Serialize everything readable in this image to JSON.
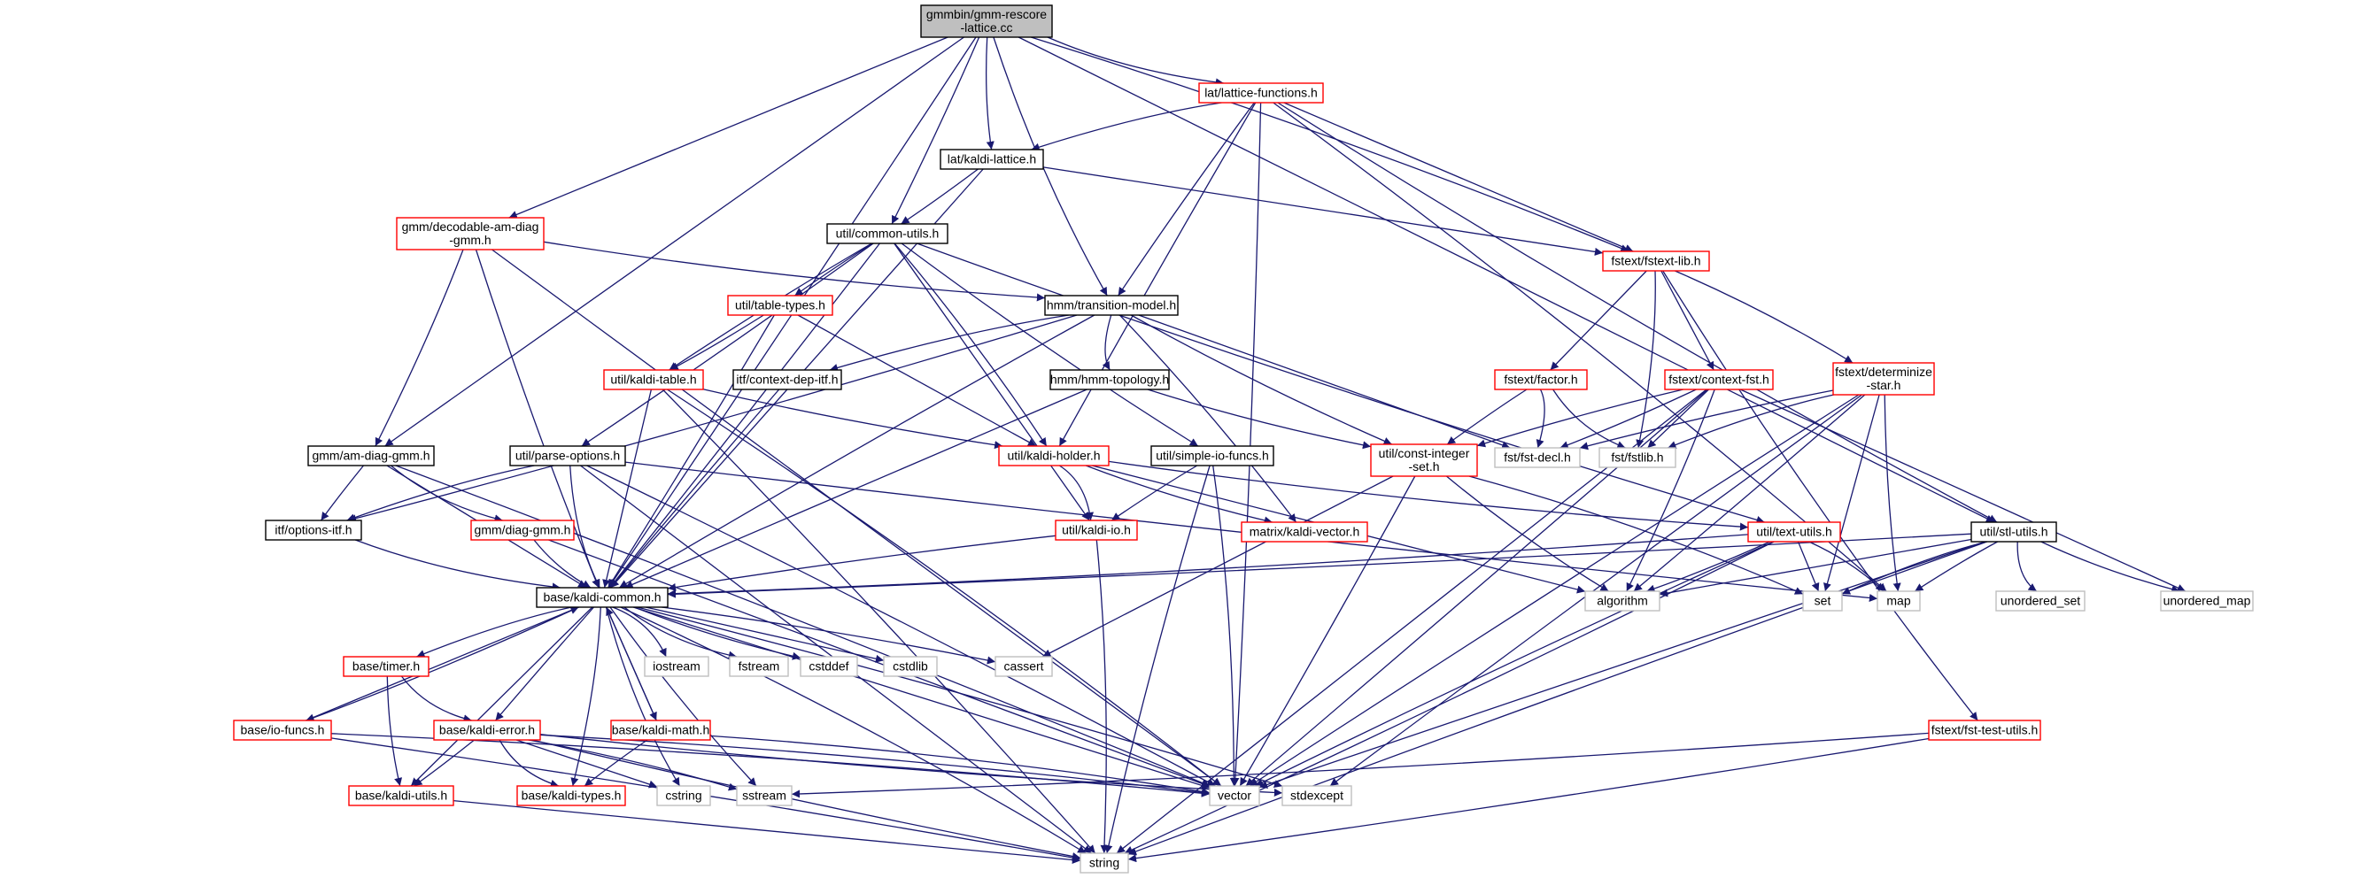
{
  "colors": {
    "edge": "#191970",
    "node_fill": "#ffffff",
    "root_fill": "#bfbfbf",
    "border_black": "#000000",
    "border_red": "#ff0000",
    "border_gray": "#bfbfbf"
  },
  "nodes": [
    {
      "id": "root",
      "lines": [
        "gmmbin/gmm-rescore",
        "-lattice.cc"
      ],
      "style": "root"
    },
    {
      "id": "lattice_functions",
      "lines": [
        "lat/lattice-functions.h"
      ],
      "style": "red"
    },
    {
      "id": "kaldi_lattice",
      "lines": [
        "lat/kaldi-lattice.h"
      ],
      "style": "black"
    },
    {
      "id": "decodable_am",
      "lines": [
        "gmm/decodable-am-diag",
        "-gmm.h"
      ],
      "style": "red"
    },
    {
      "id": "common_utils",
      "lines": [
        "util/common-utils.h"
      ],
      "style": "black"
    },
    {
      "id": "fstext_lib",
      "lines": [
        "fstext/fstext-lib.h"
      ],
      "style": "red"
    },
    {
      "id": "table_types",
      "lines": [
        "util/table-types.h"
      ],
      "style": "red"
    },
    {
      "id": "transition_model",
      "lines": [
        "hmm/transition-model.h"
      ],
      "style": "black"
    },
    {
      "id": "kaldi_table",
      "lines": [
        "util/kaldi-table.h"
      ],
      "style": "red"
    },
    {
      "id": "context_dep_itf",
      "lines": [
        "itf/context-dep-itf.h"
      ],
      "style": "black"
    },
    {
      "id": "hmm_topology",
      "lines": [
        "hmm/hmm-topology.h"
      ],
      "style": "black"
    },
    {
      "id": "factor",
      "lines": [
        "fstext/factor.h"
      ],
      "style": "red"
    },
    {
      "id": "context_fst",
      "lines": [
        "fstext/context-fst.h"
      ],
      "style": "red"
    },
    {
      "id": "determinize_star",
      "lines": [
        "fstext/determinize",
        "-star.h"
      ],
      "style": "red"
    },
    {
      "id": "am_diag_gmm",
      "lines": [
        "gmm/am-diag-gmm.h"
      ],
      "style": "black"
    },
    {
      "id": "parse_options",
      "lines": [
        "util/parse-options.h"
      ],
      "style": "black"
    },
    {
      "id": "kaldi_holder",
      "lines": [
        "util/kaldi-holder.h"
      ],
      "style": "red"
    },
    {
      "id": "simple_io_funcs",
      "lines": [
        "util/simple-io-funcs.h"
      ],
      "style": "black"
    },
    {
      "id": "const_integer_set",
      "lines": [
        "util/const-integer",
        "-set.h"
      ],
      "style": "red"
    },
    {
      "id": "fst_decl",
      "lines": [
        "fst/fst-decl.h"
      ],
      "style": "gray"
    },
    {
      "id": "fstlib",
      "lines": [
        "fst/fstlib.h"
      ],
      "style": "gray"
    },
    {
      "id": "options_itf",
      "lines": [
        "itf/options-itf.h"
      ],
      "style": "black"
    },
    {
      "id": "diag_gmm",
      "lines": [
        "gmm/diag-gmm.h"
      ],
      "style": "red"
    },
    {
      "id": "kaldi_io",
      "lines": [
        "util/kaldi-io.h"
      ],
      "style": "red"
    },
    {
      "id": "kaldi_vector",
      "lines": [
        "matrix/kaldi-vector.h"
      ],
      "style": "red"
    },
    {
      "id": "text_utils",
      "lines": [
        "util/text-utils.h"
      ],
      "style": "red"
    },
    {
      "id": "stl_utils",
      "lines": [
        "util/stl-utils.h"
      ],
      "style": "black"
    },
    {
      "id": "kaldi_common",
      "lines": [
        "base/kaldi-common.h"
      ],
      "style": "black"
    },
    {
      "id": "algorithm",
      "lines": [
        "algorithm"
      ],
      "style": "gray"
    },
    {
      "id": "set",
      "lines": [
        "set"
      ],
      "style": "gray"
    },
    {
      "id": "map",
      "lines": [
        "map"
      ],
      "style": "gray"
    },
    {
      "id": "unordered_set",
      "lines": [
        "unordered_set"
      ],
      "style": "gray"
    },
    {
      "id": "unordered_map",
      "lines": [
        "unordered_map"
      ],
      "style": "gray"
    },
    {
      "id": "iostream",
      "lines": [
        "iostream"
      ],
      "style": "gray"
    },
    {
      "id": "fstream",
      "lines": [
        "fstream"
      ],
      "style": "gray"
    },
    {
      "id": "cstddef",
      "lines": [
        "cstddef"
      ],
      "style": "gray"
    },
    {
      "id": "cstdlib",
      "lines": [
        "cstdlib"
      ],
      "style": "gray"
    },
    {
      "id": "cassert",
      "lines": [
        "cassert"
      ],
      "style": "gray"
    },
    {
      "id": "timer",
      "lines": [
        "base/timer.h"
      ],
      "style": "red"
    },
    {
      "id": "io_funcs",
      "lines": [
        "base/io-funcs.h"
      ],
      "style": "red"
    },
    {
      "id": "kaldi_error",
      "lines": [
        "base/kaldi-error.h"
      ],
      "style": "red"
    },
    {
      "id": "kaldi_math",
      "lines": [
        "base/kaldi-math.h"
      ],
      "style": "red"
    },
    {
      "id": "fst_test_utils",
      "lines": [
        "fstext/fst-test-utils.h"
      ],
      "style": "red"
    },
    {
      "id": "kaldi_utils",
      "lines": [
        "base/kaldi-utils.h"
      ],
      "style": "red"
    },
    {
      "id": "kaldi_types",
      "lines": [
        "base/kaldi-types.h"
      ],
      "style": "red"
    },
    {
      "id": "cstring",
      "lines": [
        "cstring"
      ],
      "style": "gray"
    },
    {
      "id": "sstream",
      "lines": [
        "sstream"
      ],
      "style": "gray"
    },
    {
      "id": "vector",
      "lines": [
        "vector"
      ],
      "style": "gray"
    },
    {
      "id": "stdexcept",
      "lines": [
        "stdexcept"
      ],
      "style": "gray"
    },
    {
      "id": "string",
      "lines": [
        "string"
      ],
      "style": "gray"
    }
  ],
  "edges": [
    [
      "root",
      "lattice_functions"
    ],
    [
      "root",
      "kaldi_lattice"
    ],
    [
      "root",
      "decodable_am"
    ],
    [
      "root",
      "common_utils"
    ],
    [
      "root",
      "fstext_lib"
    ],
    [
      "root",
      "transition_model"
    ],
    [
      "root",
      "am_diag_gmm"
    ],
    [
      "root",
      "stl_utils"
    ],
    [
      "root",
      "kaldi_common"
    ],
    [
      "lattice_functions",
      "kaldi_lattice"
    ],
    [
      "lattice_functions",
      "transition_model"
    ],
    [
      "lattice_functions",
      "kaldi_holder"
    ],
    [
      "lattice_functions",
      "fstext_lib"
    ],
    [
      "lattice_functions",
      "vector"
    ],
    [
      "lattice_functions",
      "map"
    ],
    [
      "lattice_functions",
      "stl_utils"
    ],
    [
      "kaldi_lattice",
      "common_utils"
    ],
    [
      "kaldi_lattice",
      "fstext_lib"
    ],
    [
      "kaldi_lattice",
      "kaldi_common"
    ],
    [
      "decodable_am",
      "am_diag_gmm"
    ],
    [
      "decodable_am",
      "transition_model"
    ],
    [
      "decodable_am",
      "kaldi_common"
    ],
    [
      "decodable_am",
      "vector"
    ],
    [
      "common_utils",
      "table_types"
    ],
    [
      "common_utils",
      "kaldi_table"
    ],
    [
      "common_utils",
      "parse_options"
    ],
    [
      "common_utils",
      "simple_io_funcs"
    ],
    [
      "common_utils",
      "kaldi_io"
    ],
    [
      "common_utils",
      "kaldi_holder"
    ],
    [
      "common_utils",
      "kaldi_common"
    ],
    [
      "common_utils",
      "text_utils"
    ],
    [
      "fstext_lib",
      "factor"
    ],
    [
      "fstext_lib",
      "context_fst"
    ],
    [
      "fstext_lib",
      "determinize_star"
    ],
    [
      "fstext_lib",
      "fstlib"
    ],
    [
      "fstext_lib",
      "fst_test_utils"
    ],
    [
      "table_types",
      "kaldi_table"
    ],
    [
      "table_types",
      "kaldi_holder"
    ],
    [
      "table_types",
      "kaldi_common"
    ],
    [
      "transition_model",
      "context_dep_itf"
    ],
    [
      "transition_model",
      "hmm_topology"
    ],
    [
      "transition_model",
      "const_integer_set"
    ],
    [
      "transition_model",
      "fst_decl"
    ],
    [
      "transition_model",
      "kaldi_vector"
    ],
    [
      "transition_model",
      "kaldi_common"
    ],
    [
      "transition_model",
      "options_itf"
    ],
    [
      "kaldi_table",
      "kaldi_holder"
    ],
    [
      "kaldi_table",
      "kaldi_common"
    ],
    [
      "kaldi_table",
      "string"
    ],
    [
      "kaldi_table",
      "vector"
    ],
    [
      "context_dep_itf",
      "kaldi_common"
    ],
    [
      "hmm_topology",
      "const_integer_set"
    ],
    [
      "hmm_topology",
      "kaldi_common"
    ],
    [
      "factor",
      "const_integer_set"
    ],
    [
      "factor",
      "fst_decl"
    ],
    [
      "factor",
      "fstlib"
    ],
    [
      "context_fst",
      "fst_decl"
    ],
    [
      "context_fst",
      "fstlib"
    ],
    [
      "context_fst",
      "const_integer_set"
    ],
    [
      "context_fst",
      "algorithm"
    ],
    [
      "context_fst",
      "vector"
    ],
    [
      "context_fst",
      "string"
    ],
    [
      "context_fst",
      "unordered_map"
    ],
    [
      "determinize_star",
      "fst_decl"
    ],
    [
      "determinize_star",
      "fstlib"
    ],
    [
      "determinize_star",
      "algorithm"
    ],
    [
      "determinize_star",
      "map"
    ],
    [
      "determinize_star",
      "set"
    ],
    [
      "determinize_star",
      "vector"
    ],
    [
      "determinize_star",
      "stdexcept"
    ],
    [
      "am_diag_gmm",
      "diag_gmm"
    ],
    [
      "am_diag_gmm",
      "options_itf"
    ],
    [
      "am_diag_gmm",
      "kaldi_common"
    ],
    [
      "am_diag_gmm",
      "vector"
    ],
    [
      "parse_options",
      "options_itf"
    ],
    [
      "parse_options",
      "kaldi_common"
    ],
    [
      "parse_options",
      "map"
    ],
    [
      "parse_options",
      "string"
    ],
    [
      "parse_options",
      "vector"
    ],
    [
      "kaldi_holder",
      "kaldi_io"
    ],
    [
      "kaldi_holder",
      "text_utils"
    ],
    [
      "kaldi_holder",
      "kaldi_vector"
    ],
    [
      "kaldi_holder",
      "algorithm"
    ],
    [
      "simple_io_funcs",
      "kaldi_io"
    ],
    [
      "simple_io_funcs",
      "vector"
    ],
    [
      "simple_io_funcs",
      "string"
    ],
    [
      "const_integer_set",
      "algorithm"
    ],
    [
      "const_integer_set",
      "cassert"
    ],
    [
      "const_integer_set",
      "vector"
    ],
    [
      "const_integer_set",
      "set"
    ],
    [
      "options_itf",
      "kaldi_common"
    ],
    [
      "diag_gmm",
      "kaldi_common"
    ],
    [
      "diag_gmm",
      "vector"
    ],
    [
      "kaldi_io",
      "kaldi_common"
    ],
    [
      "kaldi_io",
      "string"
    ],
    [
      "text_utils",
      "kaldi_common"
    ],
    [
      "text_utils",
      "algorithm"
    ],
    [
      "text_utils",
      "set"
    ],
    [
      "text_utils",
      "map"
    ],
    [
      "text_utils",
      "vector"
    ],
    [
      "text_utils",
      "string"
    ],
    [
      "stl_utils",
      "kaldi_common"
    ],
    [
      "stl_utils",
      "algorithm"
    ],
    [
      "stl_utils",
      "map"
    ],
    [
      "stl_utils",
      "set"
    ],
    [
      "stl_utils",
      "unordered_set"
    ],
    [
      "stl_utils",
      "unordered_map"
    ],
    [
      "stl_utils",
      "vector"
    ],
    [
      "stl_utils",
      "string"
    ],
    [
      "kaldi_common",
      "iostream"
    ],
    [
      "kaldi_common",
      "fstream"
    ],
    [
      "kaldi_common",
      "cstddef"
    ],
    [
      "kaldi_common",
      "cstdlib"
    ],
    [
      "kaldi_common",
      "cassert"
    ],
    [
      "kaldi_common",
      "timer"
    ],
    [
      "kaldi_common",
      "io_funcs"
    ],
    [
      "kaldi_common",
      "kaldi_error"
    ],
    [
      "kaldi_common",
      "kaldi_math"
    ],
    [
      "kaldi_common",
      "kaldi_utils"
    ],
    [
      "kaldi_common",
      "kaldi_types"
    ],
    [
      "kaldi_common",
      "cstring"
    ],
    [
      "kaldi_common",
      "sstream"
    ],
    [
      "kaldi_common",
      "vector"
    ],
    [
      "kaldi_common",
      "stdexcept"
    ],
    [
      "kaldi_common",
      "string"
    ],
    [
      "timer",
      "kaldi_error"
    ],
    [
      "timer",
      "kaldi_utils"
    ],
    [
      "io_funcs",
      "kaldi_common"
    ],
    [
      "io_funcs",
      "string"
    ],
    [
      "io_funcs",
      "vector"
    ],
    [
      "kaldi_error",
      "kaldi_types"
    ],
    [
      "kaldi_error",
      "kaldi_utils"
    ],
    [
      "kaldi_error",
      "cstring"
    ],
    [
      "kaldi_error",
      "sstream"
    ],
    [
      "kaldi_error",
      "vector"
    ],
    [
      "kaldi_error",
      "stdexcept"
    ],
    [
      "kaldi_error",
      "string"
    ],
    [
      "kaldi_math",
      "kaldi_common"
    ],
    [
      "kaldi_math",
      "kaldi_types"
    ],
    [
      "kaldi_math",
      "vector"
    ],
    [
      "fst_test_utils",
      "sstream"
    ],
    [
      "fst_test_utils",
      "string"
    ],
    [
      "kaldi_utils",
      "string"
    ]
  ]
}
